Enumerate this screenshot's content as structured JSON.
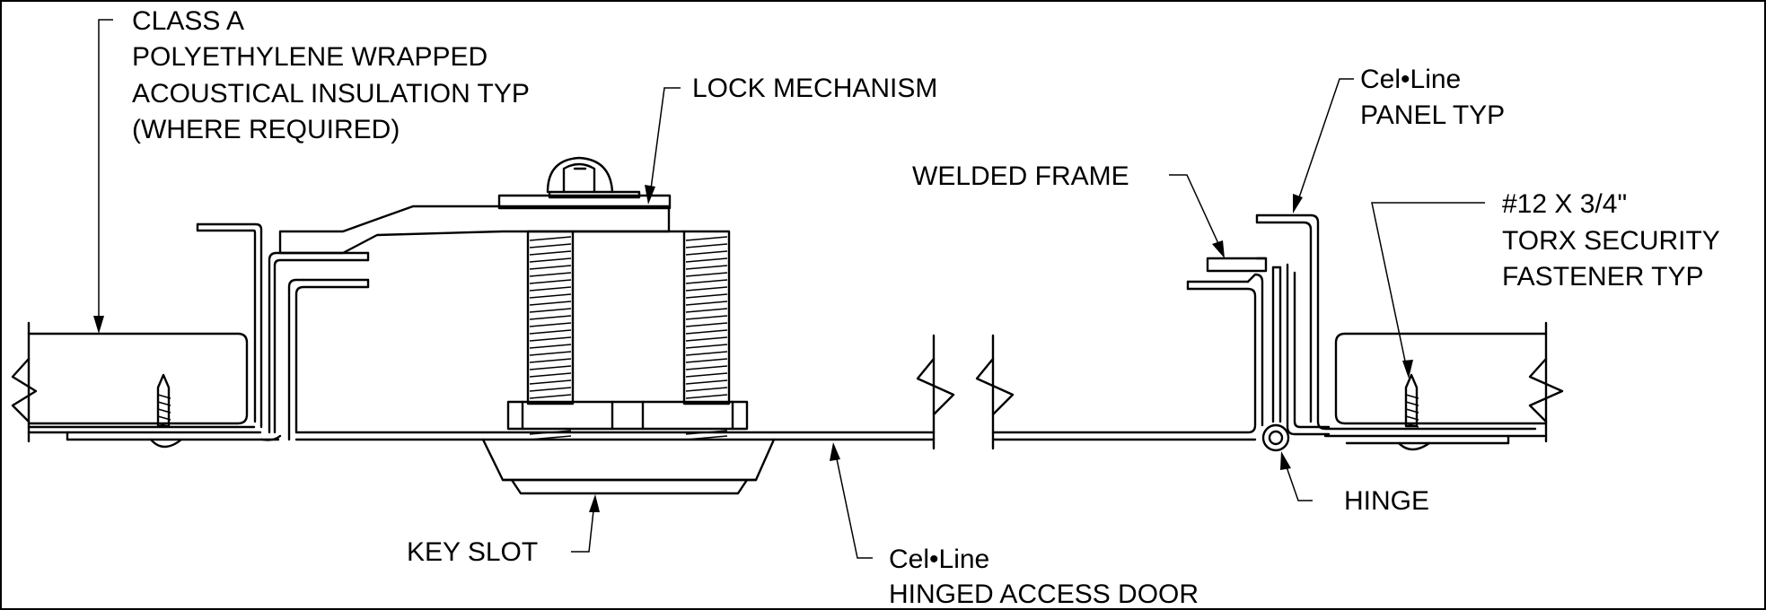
{
  "drawing": {
    "callouts": {
      "insulation": [
        "CLASS A",
        "POLYETHYLENE WRAPPED",
        "ACOUSTICAL INSULATION TYP",
        "(WHERE REQUIRED)"
      ],
      "lock": "LOCK MECHANISM",
      "panel": [
        "Cel•Line",
        "PANEL TYP"
      ],
      "frame": "WELDED FRAME",
      "fastener": [
        "#12 X 3/4\"",
        "TORX SECURITY",
        "FASTENER TYP"
      ],
      "hinge": "HINGE",
      "key_slot": "KEY SLOT",
      "door": [
        "Cel•Line",
        "HINGED ACCESS DOOR"
      ]
    }
  }
}
